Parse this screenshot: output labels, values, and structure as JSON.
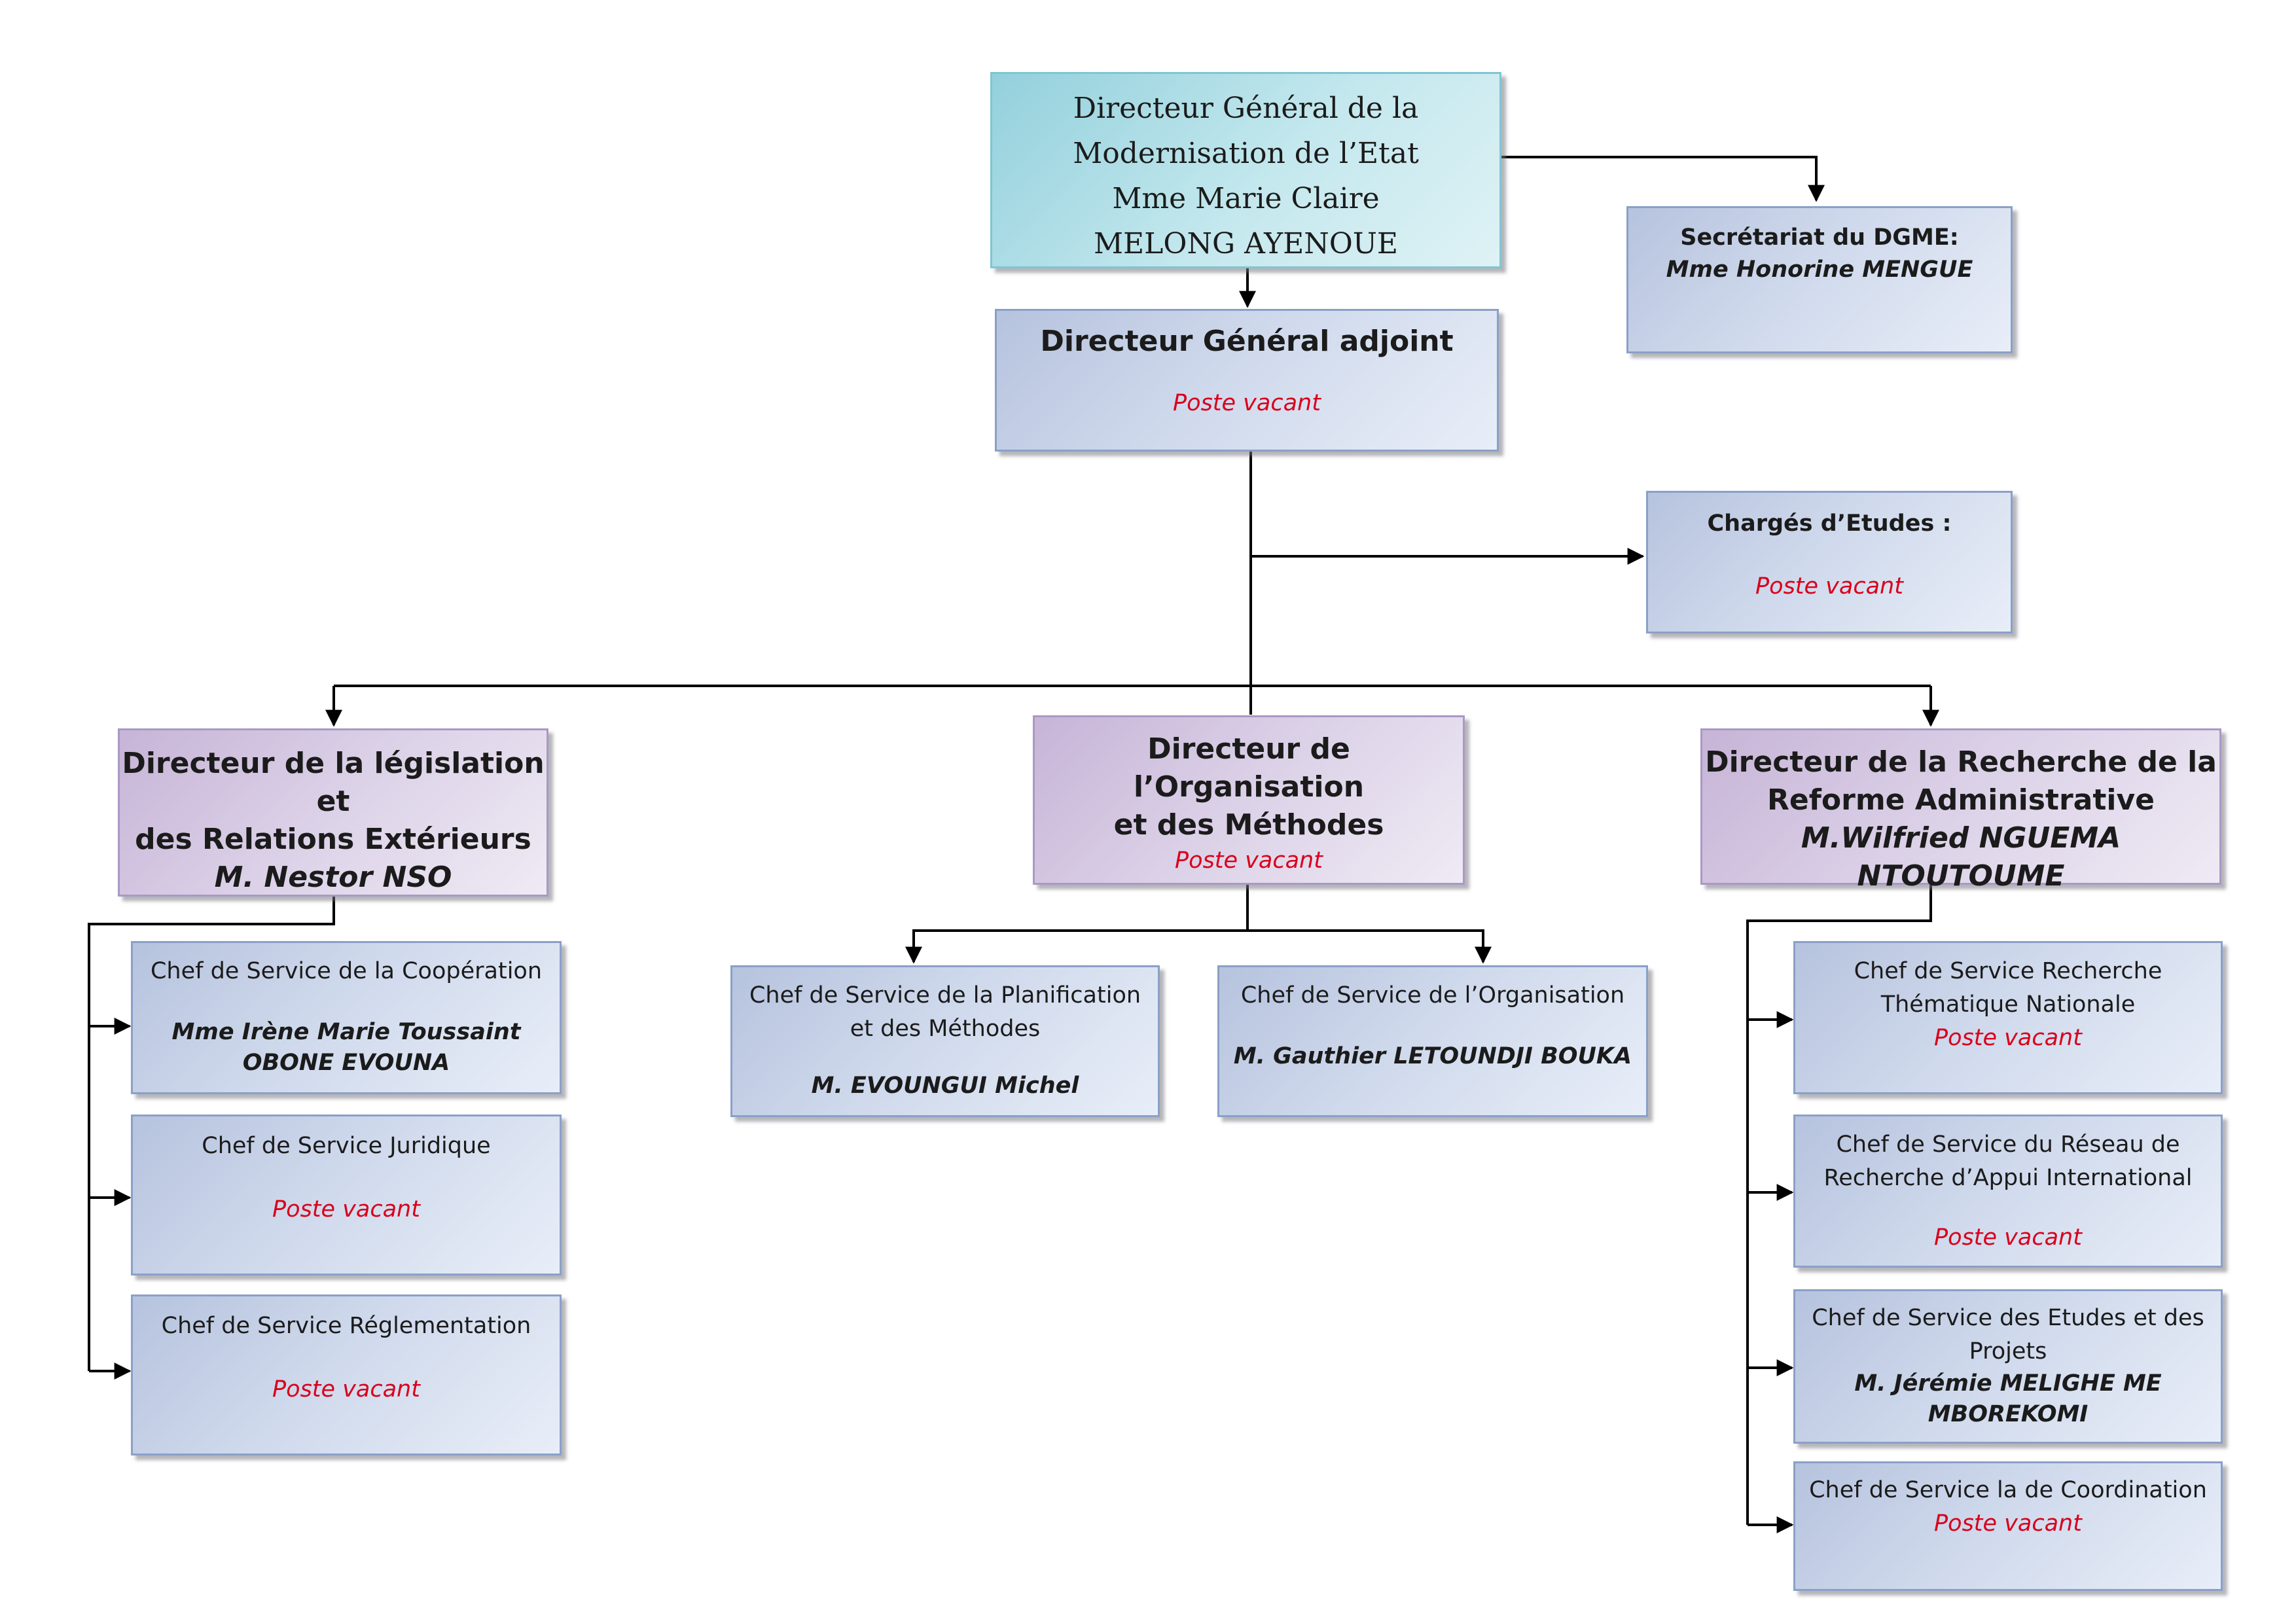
{
  "top": {
    "line1": "Directeur Général de la",
    "line2": "Modernisation de l’Etat",
    "line3": "Mme Marie Claire",
    "line4": "MELONG AYENOUE"
  },
  "secretariat": {
    "title": "Secrétariat du DGME:",
    "name": "Mme Honorine MENGUE"
  },
  "adjoint": {
    "title": "Directeur Général adjoint",
    "status": "Poste vacant"
  },
  "charges": {
    "title": "Chargés d’Etudes :",
    "status": "Poste vacant"
  },
  "legislation": {
    "line1": "Directeur de la législation et",
    "line2": "des Relations Extérieurs",
    "name": "M. Nestor NSO",
    "services": [
      {
        "title": "Chef de Service de la Coopération",
        "name1": "Mme Irène Marie Toussaint",
        "name2": "OBONE EVOUNA"
      },
      {
        "title": "Chef de Service Juridique",
        "status": "Poste vacant"
      },
      {
        "title": "Chef de Service Réglementation",
        "status": "Poste vacant"
      }
    ]
  },
  "organisation": {
    "line1": "Directeur de l’Organisation",
    "line2": "et des Méthodes",
    "status": "Poste vacant",
    "services": [
      {
        "title1": "Chef de Service de la Planification",
        "title2": "et des Méthodes",
        "name": "M. EVOUNGUI Michel"
      },
      {
        "title": "Chef de Service de l’Organisation",
        "name": "M. Gauthier LETOUNDJI BOUKA"
      }
    ]
  },
  "recherche": {
    "line1": "Directeur de la Recherche de la",
    "line2": "Reforme  Administrative",
    "name": "M.Wilfried NGUEMA NTOUTOUME",
    "services": [
      {
        "title1": "Chef de Service Recherche",
        "title2": "Thématique Nationale",
        "status": "Poste vacant"
      },
      {
        "title1": "Chef de Service du Réseau de",
        "title2": "Recherche d’Appui  International",
        "status": "Poste vacant"
      },
      {
        "title1": "Chef de Service des Etudes et des",
        "title2": "Projets",
        "name1": "M. Jérémie MELIGHE ME",
        "name2": "MBOREKOMI"
      },
      {
        "title": "Chef de Service la  de Coordination",
        "status": "Poste vacant"
      }
    ]
  }
}
